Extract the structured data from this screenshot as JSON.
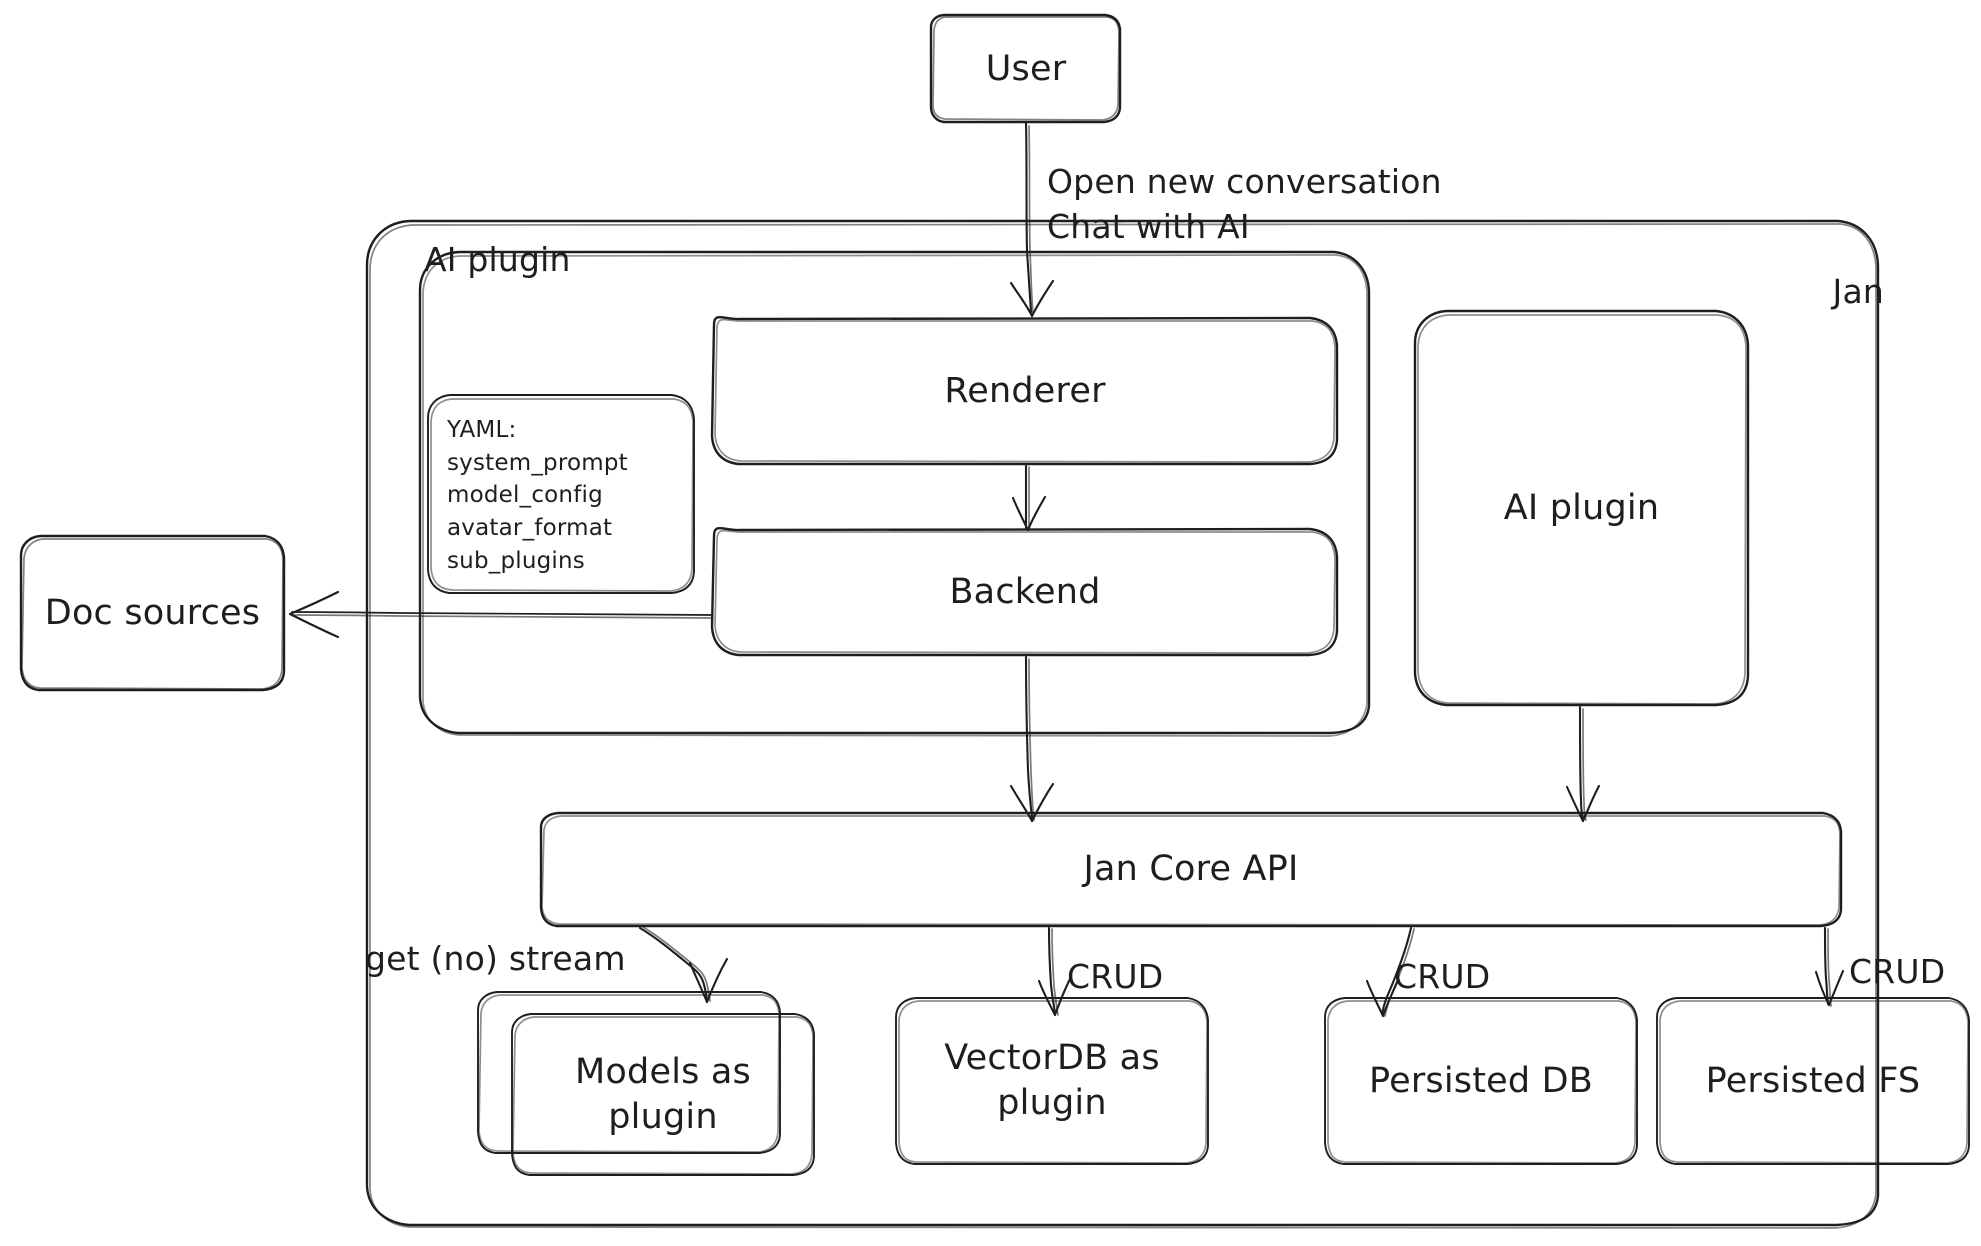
{
  "diagram": {
    "title": "Jan architecture",
    "style": "hand-drawn",
    "stroke_color": "#1e1e1e",
    "background_color": "#ffffff"
  },
  "containers": {
    "jan": {
      "label": "Jan"
    },
    "ai_plugin_group": {
      "label": "AI plugin"
    }
  },
  "nodes": {
    "user": {
      "label": "User"
    },
    "renderer": {
      "label": "Renderer"
    },
    "backend": {
      "label": "Backend"
    },
    "yaml_card": {
      "title": "YAML:",
      "lines": [
        "system_prompt",
        "model_config",
        "avatar_format",
        "sub_plugins"
      ],
      "text": "YAML:\nsystem_prompt\nmodel_config\navatar_format\nsub_plugins"
    },
    "doc_sources": {
      "label": "Doc sources"
    },
    "ai_plugin_node": {
      "label": "AI plugin"
    },
    "jan_core_api": {
      "label": "Jan Core API"
    },
    "models_plugin": {
      "label": "Models as\nplugin"
    },
    "vectordb_plugin": {
      "label": "VectorDB as\nplugin"
    },
    "persisted_db": {
      "label": "Persisted DB"
    },
    "persisted_fs": {
      "label": "Persisted FS"
    }
  },
  "edges": [
    {
      "id": "user-to-renderer",
      "from": "user",
      "to": "renderer",
      "label": "Open new conversation\nChat with AI"
    },
    {
      "id": "renderer-to-backend",
      "from": "renderer",
      "to": "backend",
      "label": ""
    },
    {
      "id": "backend-to-doc-sources",
      "from": "backend",
      "to": "doc_sources",
      "label": ""
    },
    {
      "id": "backend-to-core-api",
      "from": "backend",
      "to": "jan_core_api",
      "label": ""
    },
    {
      "id": "ai-plugin-to-core-api",
      "from": "ai_plugin_node",
      "to": "jan_core_api",
      "label": ""
    },
    {
      "id": "core-api-to-models",
      "from": "jan_core_api",
      "to": "models_plugin",
      "label": "get (no) stream"
    },
    {
      "id": "core-api-to-vectordb",
      "from": "jan_core_api",
      "to": "vectordb_plugin",
      "label": "CRUD"
    },
    {
      "id": "core-api-to-persisted-db",
      "from": "jan_core_api",
      "to": "persisted_db",
      "label": "CRUD"
    },
    {
      "id": "core-api-to-persisted-fs",
      "from": "jan_core_api",
      "to": "persisted_fs",
      "label": "CRUD"
    }
  ],
  "edge_labels": {
    "user_flow_line1": "Open new conversation",
    "user_flow_line2": "Chat with AI",
    "get_no_stream": "get (no) stream",
    "crud_vectordb": "CRUD",
    "crud_persisted_db": "CRUD",
    "crud_persisted_fs": "CRUD"
  }
}
